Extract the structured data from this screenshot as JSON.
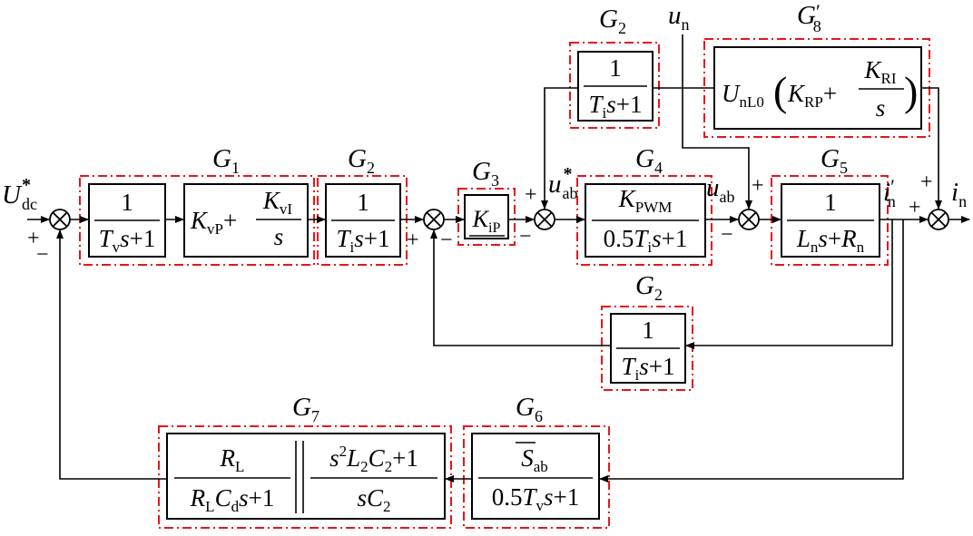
{
  "colors": {
    "group_border": "#e8141b",
    "block_border": "#000000",
    "background": "#ffffff"
  },
  "signals": {
    "udc_ref": "U",
    "udc_ref_sub": "dc",
    "udc_ref_sup": "*",
    "uab_ref": "u",
    "uab_ref_sub": "ab",
    "uab_ref_sup": "*",
    "uab": "u",
    "uab_sub": "ab",
    "un": "u",
    "un_sub": "n",
    "in_prime": "i",
    "in_prime_sub": "n",
    "in_prime_sup": "′",
    "in": "i",
    "in_sub": "n"
  },
  "signs": {
    "plus": "+",
    "minus": "−"
  },
  "groups": {
    "g1": {
      "label": "G",
      "sub": "1"
    },
    "g2a": {
      "label": "G",
      "sub": "2"
    },
    "g2b": {
      "label": "G",
      "sub": "2"
    },
    "g2c": {
      "label": "G",
      "sub": "2"
    },
    "g3": {
      "label": "G",
      "sub": "3"
    },
    "g4": {
      "label": "G",
      "sub": "4"
    },
    "g5": {
      "label": "G",
      "sub": "5"
    },
    "g6": {
      "label": "G",
      "sub": "6"
    },
    "g7": {
      "label": "G",
      "sub": "7"
    },
    "g8": {
      "label": "G",
      "sub": "8",
      "sup": "′"
    }
  },
  "blocks": {
    "tv": {
      "num": "1",
      "t": "T",
      "t_sub": "v",
      "s": "s",
      "plus1": "+1"
    },
    "pi_v": {
      "k": "K",
      "k_sub": "vP",
      "plus": "+",
      "ki": "K",
      "ki_sub": "vI",
      "s": "s"
    },
    "ti": {
      "num": "1",
      "t": "T",
      "t_sub": "i",
      "s": "s",
      "plus1": "+1"
    },
    "kip": {
      "k": "K",
      "k_sub": "iP"
    },
    "pwm": {
      "k": "K",
      "k_sub": "PWM",
      "den": "0.5",
      "t": "T",
      "t_sub": "i",
      "s": "s",
      "plus1": "+1"
    },
    "plant": {
      "num": "1",
      "l": "L",
      "l_sub": "n",
      "s": "s",
      "plus": "+",
      "r": "R",
      "r_sub": "n"
    },
    "unl0": {
      "u": "U",
      "u_sub": "nL0",
      "k": "K",
      "k_sub": "RP",
      "plus": "+",
      "ki": "K",
      "ki_sub": "RI",
      "s": "s"
    },
    "sab": {
      "s_bar": "S",
      "s_bar_sub": "ab",
      "den": "0.5",
      "t": "T",
      "t_sub": "v",
      "s": "s",
      "plus1": "+1"
    },
    "load": {
      "r": "R",
      "r_sub": "L",
      "rc": "R",
      "rc_sub": "L",
      "c": "C",
      "c_sub": "d",
      "s": "s",
      "plus1": "+1",
      "n_s": "s",
      "n_s_sup": "2",
      "n_l": "L",
      "n_l_sub": "2",
      "n_c": "C",
      "n_c_sub": "2",
      "n_plus1": "+1",
      "d_s": "s",
      "d_c": "C",
      "d_c_sub": "2"
    }
  }
}
